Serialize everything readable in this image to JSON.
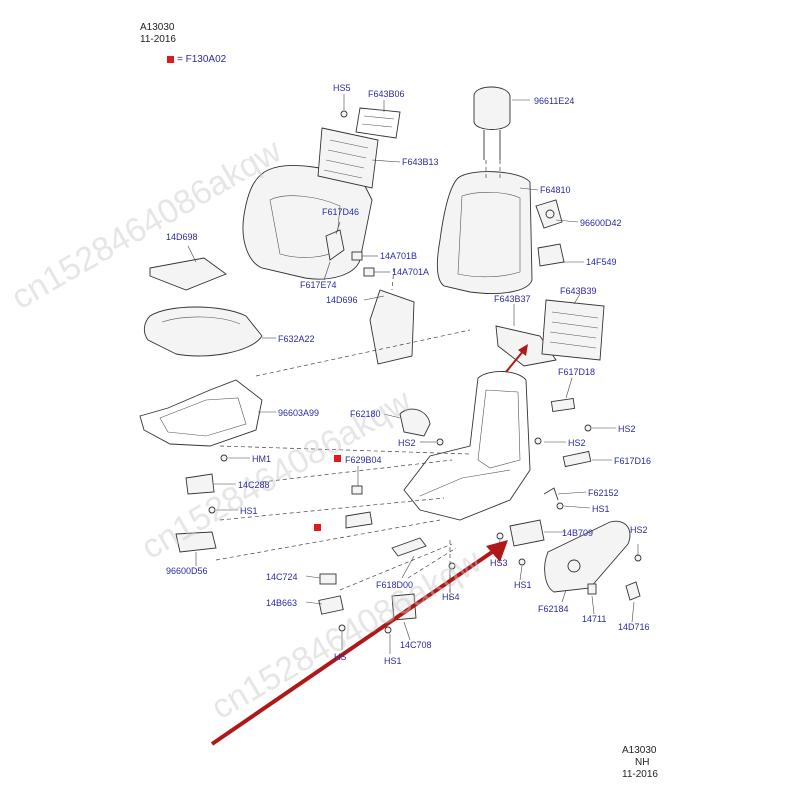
{
  "header": {
    "code": "A13030",
    "date": "11-2016"
  },
  "legend": {
    "color": "#e01a1a",
    "code": "= F130A02"
  },
  "footer": {
    "code": "A13030",
    "model": "NH",
    "date": "11-2016"
  },
  "watermark": {
    "text": "cn1528464086akqw",
    "color": "#c9c9c9"
  },
  "arrow": {
    "color": "#b01818"
  },
  "labels": {
    "hs5": "HS5",
    "f643b06": "F643B06",
    "e96611e24": "96611E24",
    "f643b13": "F643B13",
    "f64810": "F64810",
    "f617d46": "F617D46",
    "d96600d42": "96600D42",
    "a14d698": "14D698",
    "a14a701b": "14A701B",
    "a14a701a": "14A701A",
    "a14f549": "14F549",
    "f617e74": "F617E74",
    "a14d696": "14D696",
    "f643b37": "F643B37",
    "f643b39": "F643B39",
    "f632a22": "F632A22",
    "f617d18": "F617D18",
    "a96603a99": "96603A99",
    "f62180": "F62180",
    "hs2a": "HS2",
    "hs2b": "HS2",
    "hs2c": "HS2",
    "hs2d": "HS2",
    "hm1": "HM1",
    "f629b04": "F629B04",
    "f617d16": "F617D16",
    "a14c288": "14C288",
    "f62152": "F62152",
    "hs1a": "HS1",
    "hs1b": "HS1",
    "hs1c": "HS1",
    "hs1d": "HS1",
    "a14b709": "14B709",
    "a96600d56": "96600D56",
    "hs3": "HS3",
    "a14c724": "14C724",
    "f618d00": "F618D00",
    "hs4": "HS4",
    "f62184": "F62184",
    "a14b663": "14B663",
    "a14711": "14711",
    "a14d716": "14D716",
    "hs_cut": "HS",
    "a14c708": "14C708"
  }
}
